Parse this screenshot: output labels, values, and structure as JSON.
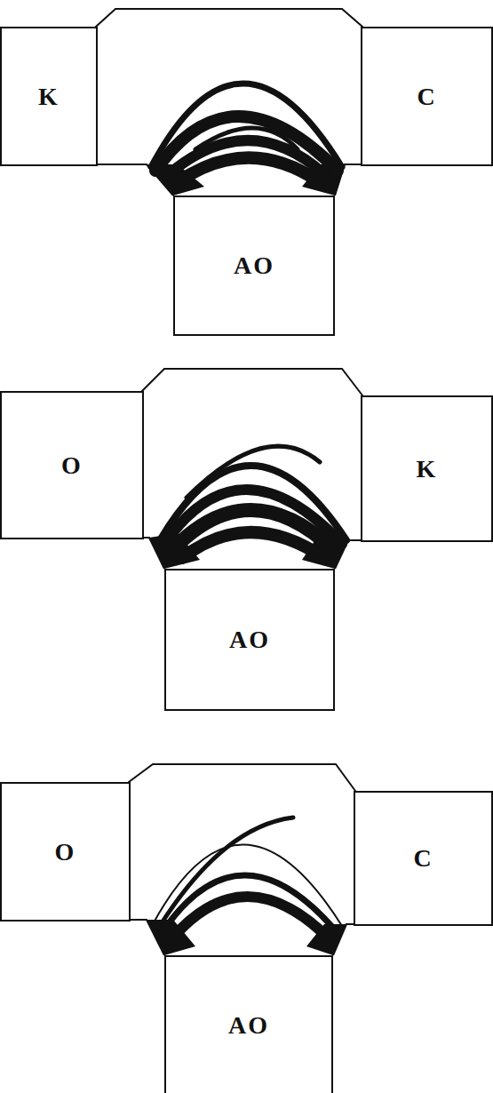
{
  "diagram": {
    "nodes": [
      {
        "text": [
          "K"
        ]
      },
      {
        "text": [
          "C"
        ]
      },
      {
        "text": [
          "AO"
        ]
      },
      {
        "text": [
          "O"
        ]
      },
      {
        "text": [
          "K"
        ]
      },
      {
        "text": [
          "AO"
        ]
      },
      {
        "text": [
          "O"
        ]
      },
      {
        "text": [
          "C"
        ]
      },
      {
        "text": [
          "AO"
        ]
      }
    ]
  }
}
